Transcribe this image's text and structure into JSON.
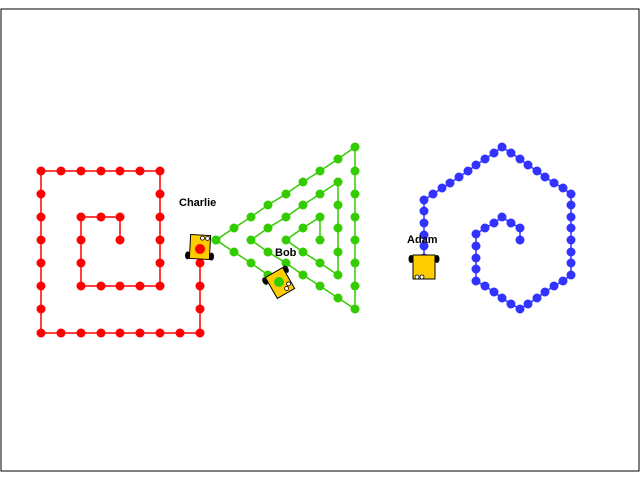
{
  "scene": {
    "background": "#ffffff",
    "border_color": "#000000"
  },
  "robots": [
    {
      "name": "Charlie",
      "color": "#ff0000"
    },
    {
      "name": "Bob",
      "color": "#33cc00"
    },
    {
      "name": "Adam",
      "color": "#3333ff"
    }
  ],
  "robot_style": {
    "body_color": "#ffcc00",
    "outline_color": "#000000",
    "icon": "robot-icon"
  }
}
